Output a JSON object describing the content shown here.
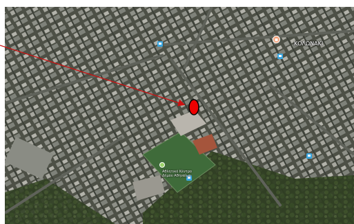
{
  "map": {
    "type": "satellite",
    "poi_label": "ΚΟΛΩΝΑΚΙ",
    "field_label_line1": "Αθλητικό Κέντρο",
    "field_label_line2": "Δήμου Αθηναίων"
  },
  "annotation": {
    "arrow_color": "#cc1111",
    "marker_color": "#ee0000",
    "marker_outline": "#000000"
  },
  "icons": {
    "poi": "shopping-bag-icon",
    "transit": "bus-stop-icon"
  }
}
